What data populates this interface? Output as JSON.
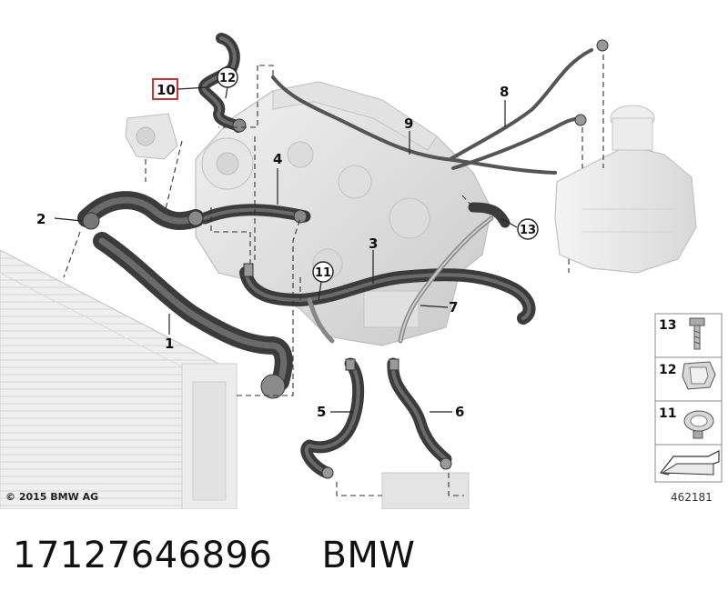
{
  "diagram": {
    "callouts": [
      "1",
      "2",
      "3",
      "4",
      "5",
      "6",
      "7",
      "8",
      "9",
      "10",
      "11",
      "12",
      "13"
    ],
    "highlighted_callout": "10",
    "highlight_color": "#d0312d",
    "legend_items": [
      "13",
      "12",
      "11"
    ],
    "copyright": "© 2015 BMW AG",
    "reference_code": "462181"
  },
  "caption": {
    "part_number": "17127646896",
    "brand": "BMW"
  }
}
